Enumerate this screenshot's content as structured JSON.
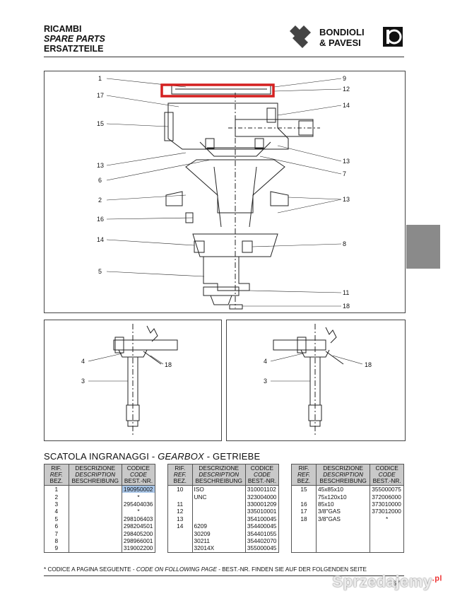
{
  "header": {
    "line1": "RICAMBI",
    "line2": "SPARE PARTS",
    "line3": "ERSATZTEILE",
    "brand_line1": "BONDIOLI",
    "brand_line2": "& PAVESI"
  },
  "diagram_main": {
    "callouts_left": [
      "1",
      "17",
      "15",
      "13",
      "6",
      "2",
      "16",
      "14",
      "5"
    ],
    "callouts_right": [
      "9",
      "12",
      "14",
      "13",
      "7",
      "13",
      "8",
      "11",
      "18"
    ]
  },
  "diagram_left": {
    "callouts": [
      "4",
      "18",
      "3"
    ]
  },
  "diagram_right": {
    "callouts": [
      "4",
      "18",
      "3"
    ]
  },
  "section": {
    "title_a": "SCATOLA INGRANAGGI - ",
    "title_b": "GEARBOX",
    "title_c": " - GETRIEBE"
  },
  "table_headers": {
    "ref1": "RIF.",
    "ref2": "REF.",
    "ref3": "BEZ.",
    "desc1": "DESCRIZIONE",
    "desc2": "DESCRIPTION",
    "desc3": "BESCHREIBUNG",
    "code1": "CODICE",
    "code2": "CODE",
    "code3": "BEST.-NR."
  },
  "tables": [
    {
      "rows": [
        [
          "1",
          "",
          "190950002"
        ],
        [
          "2",
          "",
          "*"
        ],
        [
          "3",
          "",
          "295404036"
        ],
        [
          "4",
          "",
          "*"
        ],
        [
          "5",
          "",
          "298106403"
        ],
        [
          "6",
          "",
          "298204501"
        ],
        [
          "7",
          "",
          "298405200"
        ],
        [
          "8",
          "",
          "298966001"
        ],
        [
          "9",
          "",
          "319002200"
        ]
      ]
    },
    {
      "rows": [
        [
          "10",
          "ISO",
          "310001102"
        ],
        [
          "",
          "UNC",
          "323004000"
        ],
        [
          "11",
          "",
          "330001209"
        ],
        [
          "12",
          "",
          "335010001"
        ],
        [
          "13",
          "",
          "354100045"
        ],
        [
          "14",
          "6209",
          "354400045"
        ],
        [
          "",
          "30209",
          "354401055"
        ],
        [
          "",
          "30211",
          "354402070"
        ],
        [
          "",
          "32014X",
          "355000045"
        ]
      ]
    },
    {
      "rows": [
        [
          "15",
          "45x85x10",
          "355000075"
        ],
        [
          "",
          "75x120x10",
          "372006000"
        ],
        [
          "16",
          "85x10",
          "373010000"
        ],
        [
          "17",
          "3/8\"GAS",
          "373012000"
        ],
        [
          "18",
          "3/8\"GAS",
          "*"
        ],
        [
          "",
          "",
          ""
        ],
        [
          "",
          "",
          ""
        ],
        [
          "",
          "",
          ""
        ],
        [
          "",
          "",
          ""
        ]
      ]
    }
  ],
  "footnote": {
    "a": "*  CODICE A PAGINA SEGUENTE - ",
    "b": "CODE ON FOLLOWING PAGE",
    "c": " - BEST.-NR. FINDEN SIE AUF DER FOLGENDEN SEITE"
  },
  "page_number": "67",
  "watermark": {
    "text": "Sprzedajemy",
    "suffix": ".pl"
  },
  "colors": {
    "highlight_box": "#d42020",
    "cell_highlight": "#a9c6e8",
    "side_tab": "#8a8a8a"
  }
}
